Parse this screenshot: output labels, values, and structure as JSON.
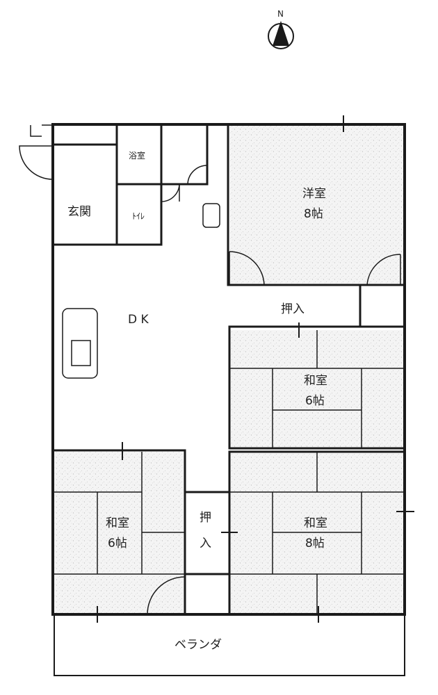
{
  "compass": {
    "label": "N"
  },
  "rooms": {
    "genkan": "玄関",
    "bath": "浴室",
    "toilet": "ﾄｲﾚ",
    "dk": "D K",
    "western": {
      "name": "洋室",
      "size": "8帖"
    },
    "closet_top": "押入",
    "washitsu_6_right": {
      "name": "和室",
      "size": "6帖"
    },
    "washitsu_6_left": {
      "name": "和室",
      "size": "6帖"
    },
    "closet_mid": {
      "line1": "押",
      "line2": "入"
    },
    "washitsu_8": {
      "name": "和室",
      "size": "8帖"
    },
    "veranda": "ベランダ"
  },
  "colors": {
    "wall": "#1a1a1a",
    "floor_texture": "#e8e8e8",
    "background": "#ffffff"
  }
}
